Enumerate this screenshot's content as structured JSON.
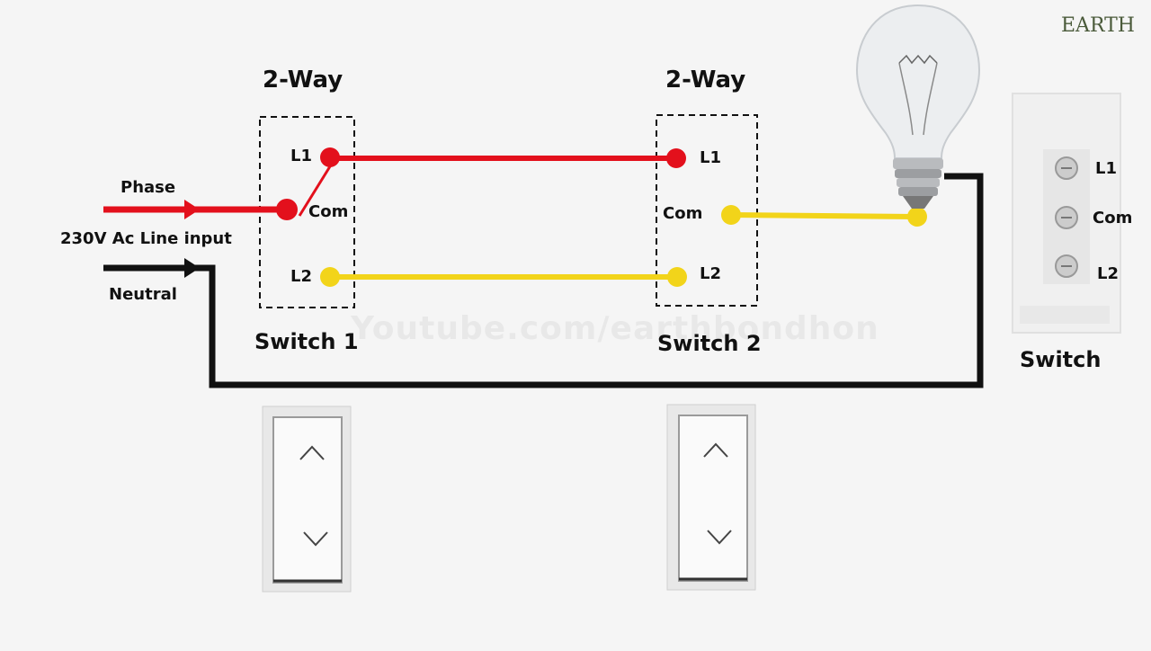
{
  "labels": {
    "switch1_type": "2-Way",
    "switch2_type": "2-Way",
    "switch1_name": "Switch 1",
    "switch2_name": "Switch 2",
    "phase": "Phase",
    "line_input": "230V Ac Line input",
    "neutral": "Neutral",
    "l1": "L1",
    "l2": "L2",
    "com": "Com",
    "switch_ref_name": "Switch",
    "watermark": "Youtube.com/earthbondhon",
    "logo": "EARTH"
  },
  "colors": {
    "phase_wire": "#e3101c",
    "traveler_l2": "#f2d41a",
    "neutral_wire": "#111111",
    "background": "#f5f5f5"
  },
  "icons": {
    "bulb": "light-bulb-icon",
    "up": "chevron-up-icon",
    "down": "chevron-down-icon"
  }
}
